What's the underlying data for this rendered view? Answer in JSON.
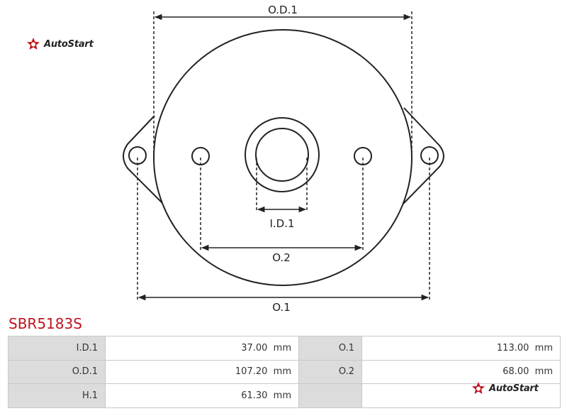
{
  "brand": {
    "name": "AutoStart",
    "color": "#c0141e"
  },
  "drawing": {
    "labels": {
      "od1": "O.D.1",
      "id1": "I.D.1",
      "o2": "O.2",
      "o1": "O.1"
    }
  },
  "part_number": "SBR5183S",
  "specs": {
    "rows": [
      {
        "label": "I.D.1",
        "value": "37.00",
        "unit": "mm",
        "label2": "O.1",
        "value2": "113.00",
        "unit2": "mm"
      },
      {
        "label": "O.D.1",
        "value": "107.20",
        "unit": "mm",
        "label2": "O.2",
        "value2": "68.00",
        "unit2": "mm"
      },
      {
        "label": "H.1",
        "value": "61.30",
        "unit": "mm",
        "label2": "",
        "value2": "",
        "unit2": ""
      }
    ]
  }
}
